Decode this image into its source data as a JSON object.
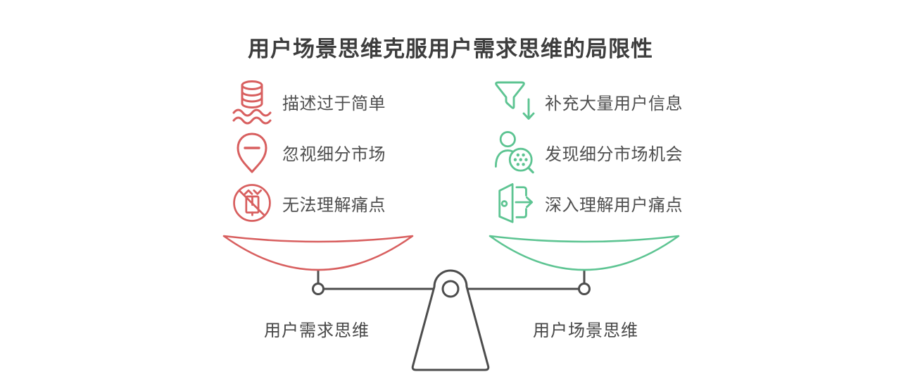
{
  "title": "用户场景思维克服用户需求思维的局限性",
  "colors": {
    "red": "#d85f5f",
    "green": "#5dc492",
    "ink": "#4d4d4d",
    "text": "#4f4f4f",
    "title": "#3d3d3d"
  },
  "left_column": {
    "theme": "red",
    "items": [
      {
        "icon": "database-waves-icon",
        "label": "描述过于简单"
      },
      {
        "icon": "pin-minus-icon",
        "label": "忽视细分市场"
      },
      {
        "icon": "no-device-icon",
        "label": "无法理解痛点"
      }
    ]
  },
  "right_column": {
    "theme": "green",
    "items": [
      {
        "icon": "funnel-down-arrow-icon",
        "label": "补充大量用户信息"
      },
      {
        "icon": "user-magnifier-icon",
        "label": "发现细分市场机会"
      },
      {
        "icon": "door-arrow-icon",
        "label": "深入理解用户痛点"
      }
    ]
  },
  "scale": {
    "left_label": "用户需求思维",
    "right_label": "用户场景思维"
  }
}
